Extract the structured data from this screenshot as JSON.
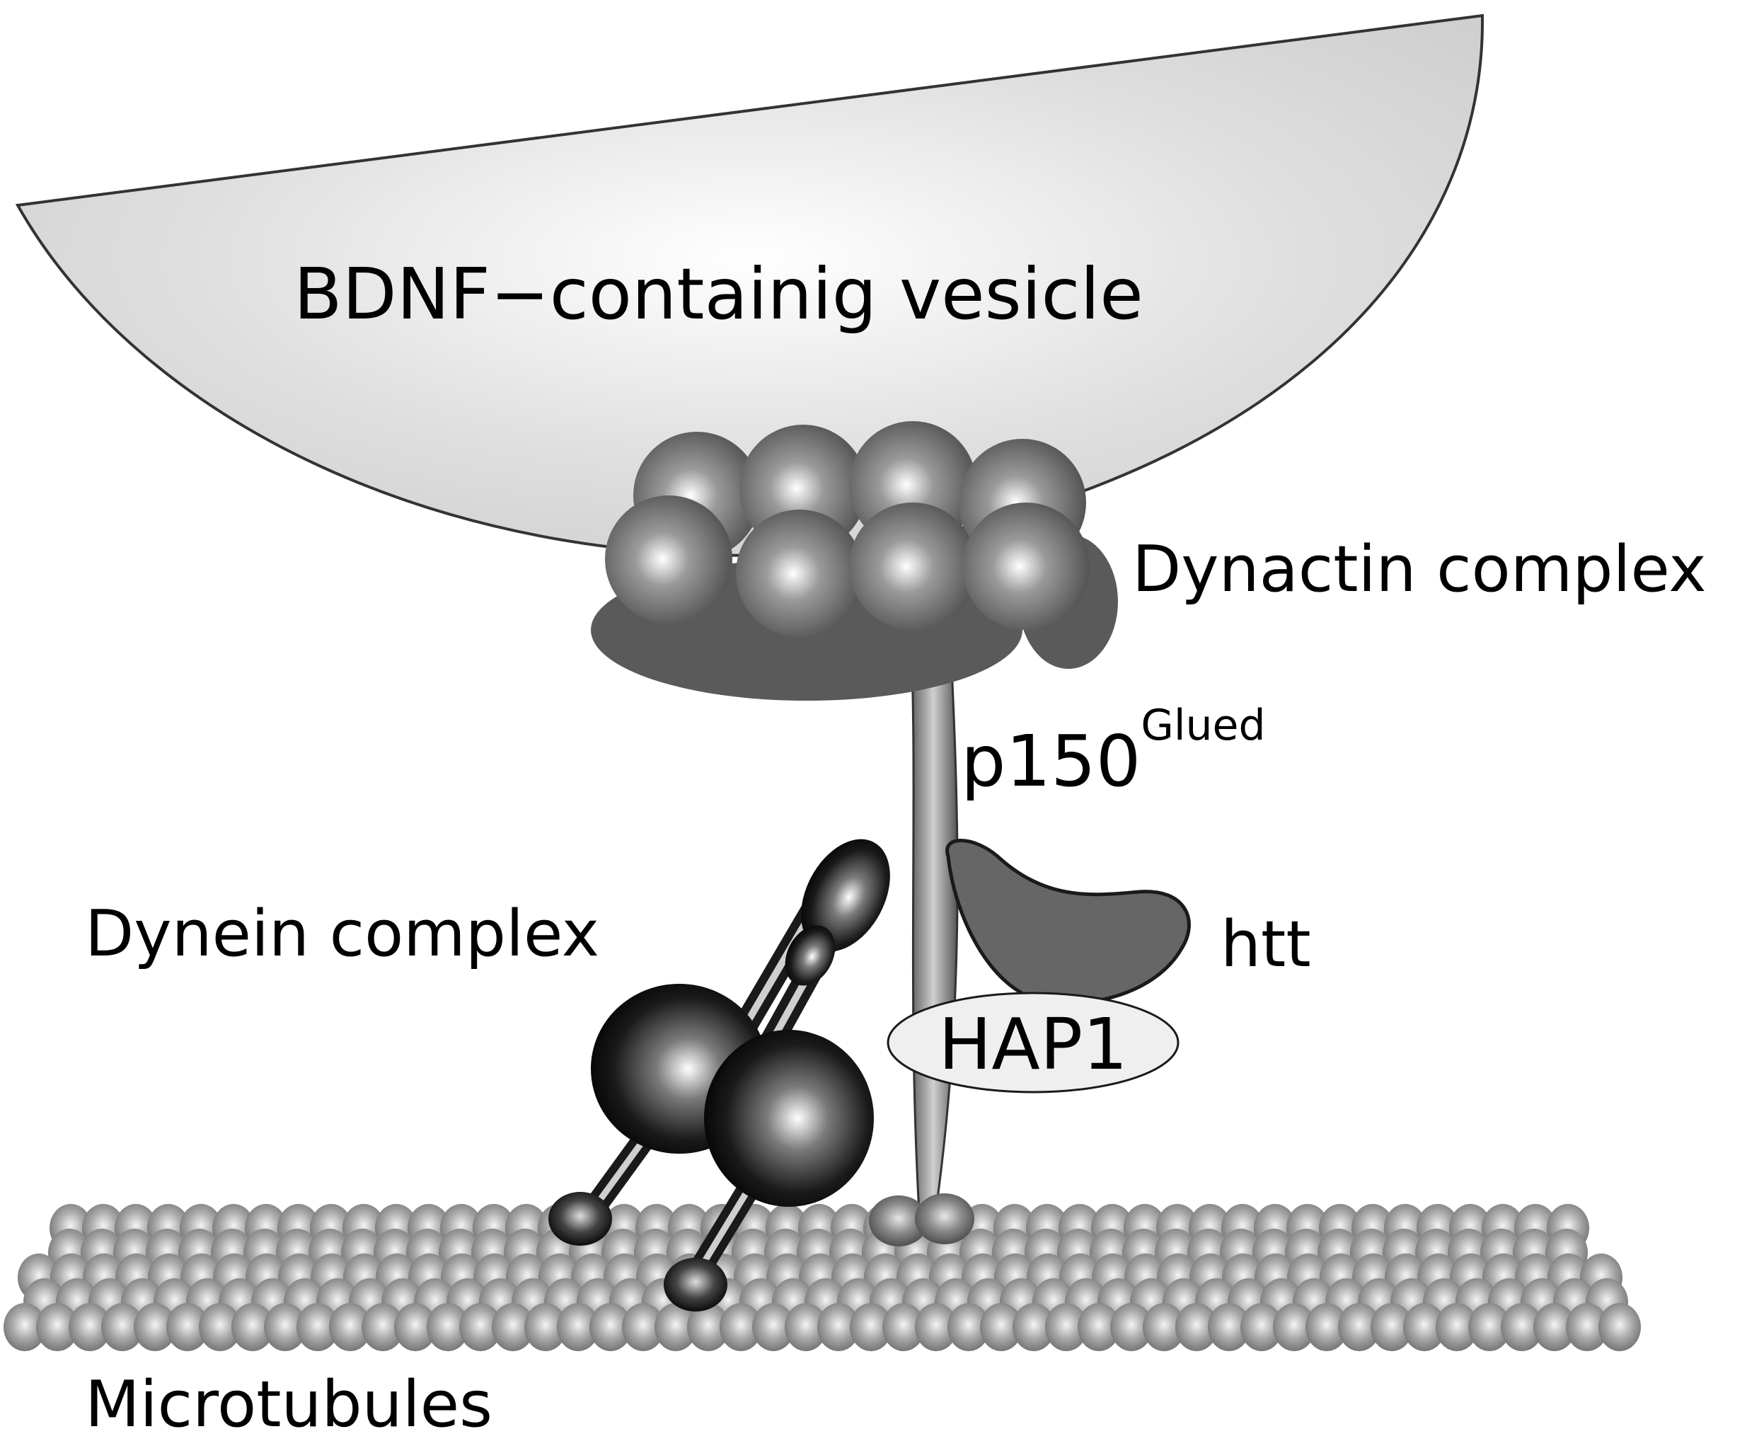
{
  "labels": {
    "vesicle": "BDNF−containig vesicle",
    "dynactin": "Dynactin complex",
    "p150_base": "p150",
    "p150_sup": "Glued",
    "dynein": "Dynein complex",
    "htt": "htt",
    "hap1": "HAP1",
    "microtubules": "Microtubules"
  },
  "colors": {
    "vesicle_fill": "#d9d9d9",
    "dynactin_fill": "#555555",
    "htt_fill": "#666666",
    "hap1_fill": "#efefef",
    "dynein_fill": "#111111",
    "microtubule_fill": "#9a9a9a"
  }
}
